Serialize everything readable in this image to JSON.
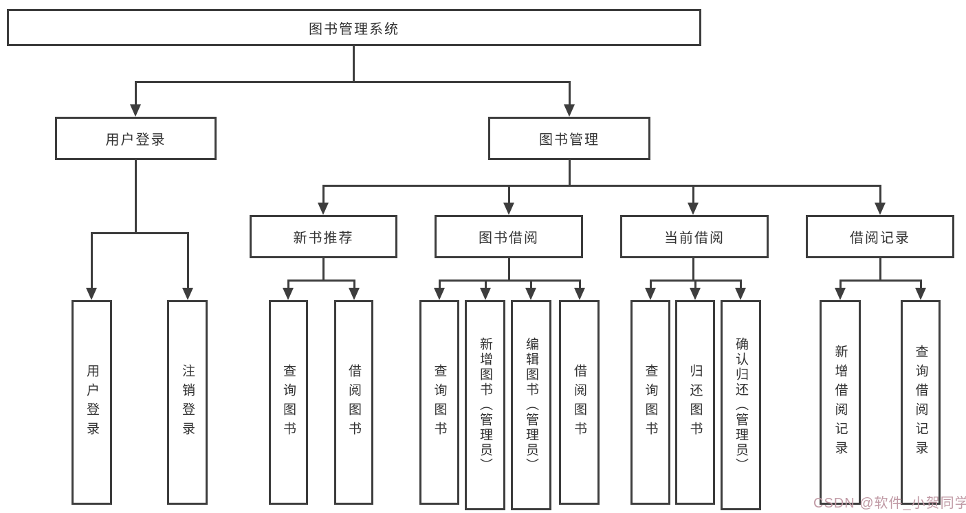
{
  "diagram": {
    "root": {
      "label": "图书管理系统",
      "children": [
        {
          "label": "用户登录",
          "children": [
            {
              "label": "用户登录"
            },
            {
              "label": "注销登录"
            }
          ]
        },
        {
          "label": "图书管理",
          "children": [
            {
              "label": "新书推荐",
              "children": [
                {
                  "label": "查询图书"
                },
                {
                  "label": "借阅图书"
                }
              ]
            },
            {
              "label": "图书借阅",
              "children": [
                {
                  "label": "查询图书"
                },
                {
                  "label": "新增图书（管理员）"
                },
                {
                  "label": "编辑图书（管理员）"
                },
                {
                  "label": "借阅图书"
                }
              ]
            },
            {
              "label": "当前借阅",
              "children": [
                {
                  "label": "查询图书"
                },
                {
                  "label": "归还图书"
                },
                {
                  "label": "确认归还（管理员）"
                }
              ]
            },
            {
              "label": "借阅记录",
              "children": [
                {
                  "label": "新增借阅记录"
                },
                {
                  "label": "查询借阅记录"
                }
              ]
            }
          ]
        }
      ]
    }
  },
  "watermark": {
    "text": "CSDN @软件_小贺同学"
  },
  "colors": {
    "line": "#3d3d3d",
    "text": "#333333",
    "watermark": "#c09aa5"
  }
}
